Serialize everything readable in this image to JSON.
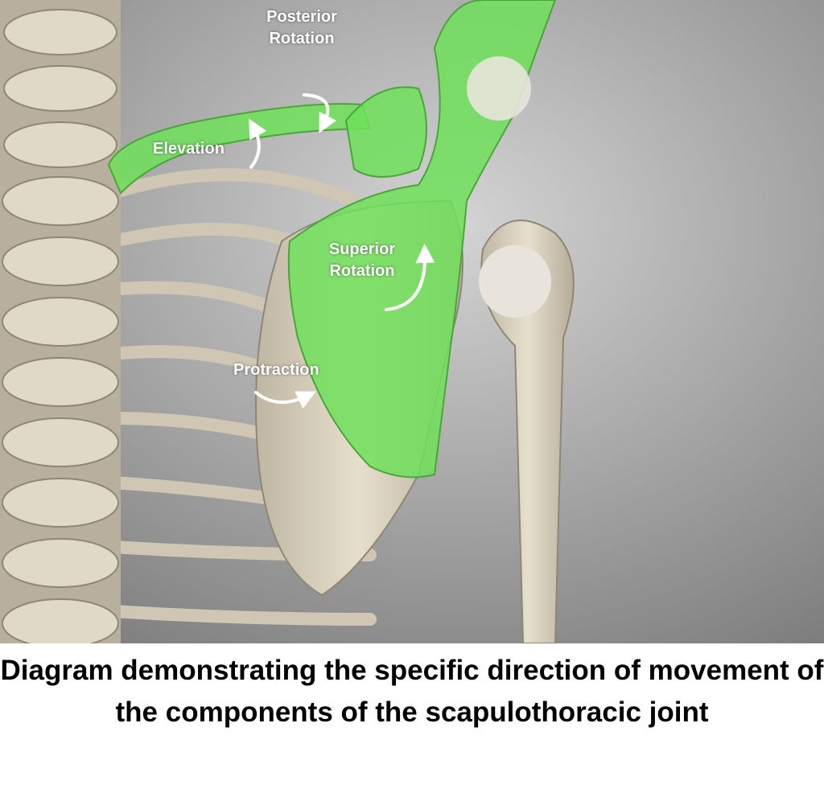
{
  "labels": {
    "posterior_rotation": "Posterior\nRotation",
    "elevation": "Elevation",
    "superior_rotation": "Superior\nRotation",
    "protraction": "Protraction"
  },
  "caption": "Diagram demonstrating the specific direction of movement of the components of the scapulothoracic joint",
  "colors": {
    "bone": "#d9d2bf",
    "highlight": "#6fe05a",
    "background": "#9a9a9a"
  }
}
